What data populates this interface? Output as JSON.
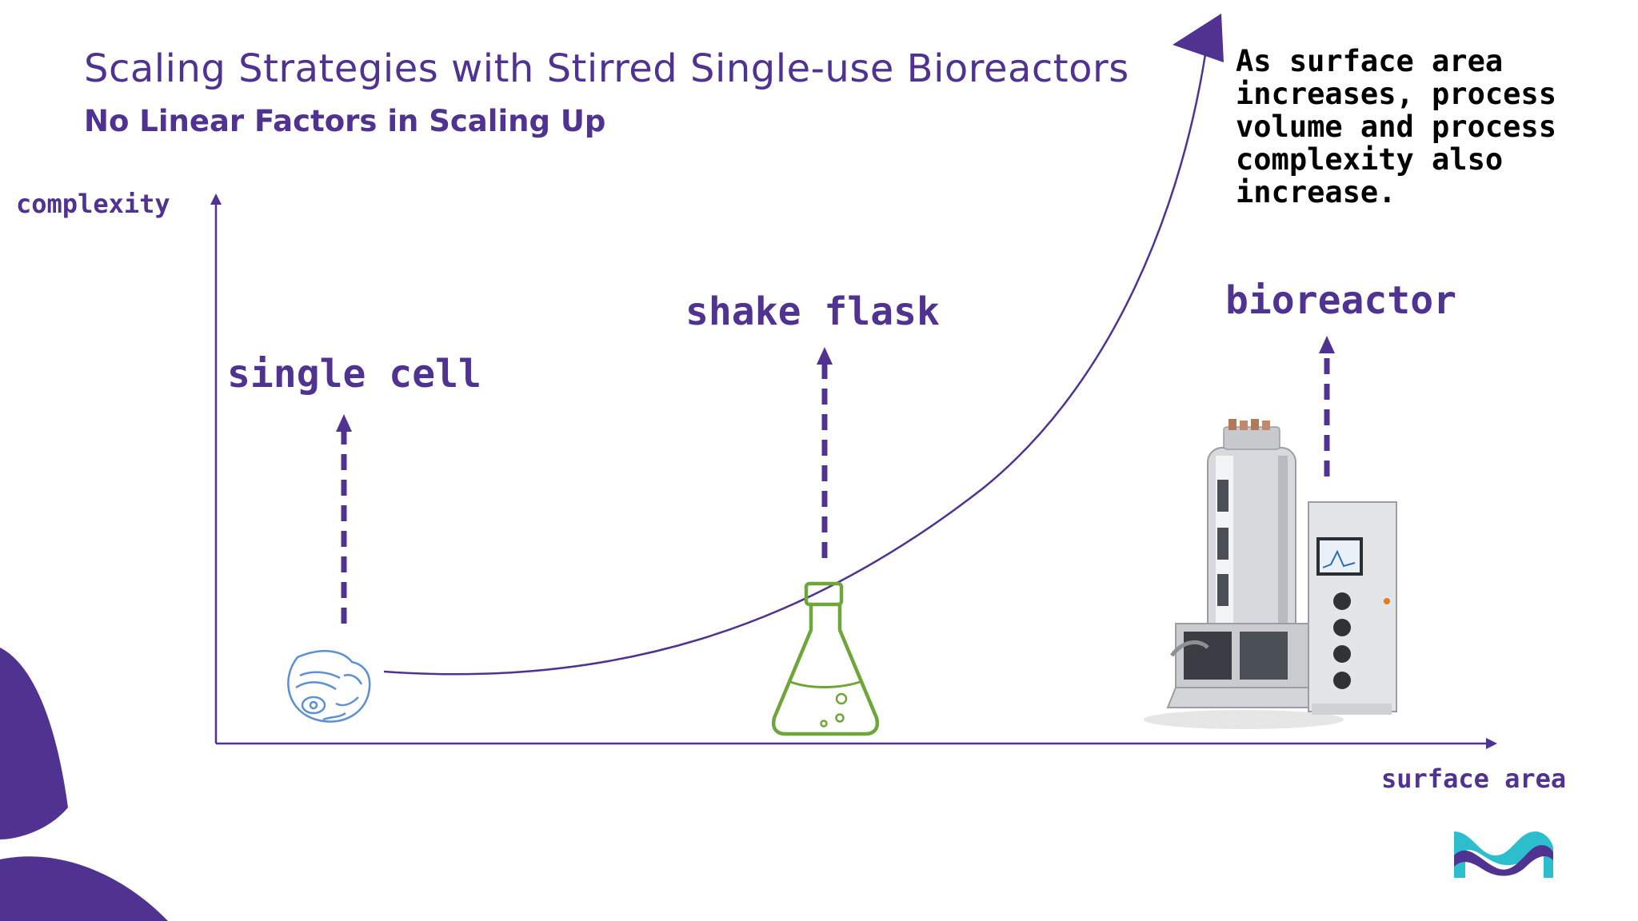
{
  "title": "Scaling Strategies with Stirred Single-use Bioreactors",
  "subtitle": "No Linear Factors in Scaling Up",
  "axes": {
    "y_label": "complexity",
    "x_label": "surface area"
  },
  "stages": {
    "cell": "single cell",
    "flask": "shake flask",
    "bioreactor": "bioreactor"
  },
  "note": "As surface area\nincreases, process\nvolume and process\ncomplexity also\nincrease.",
  "colors": {
    "brand_purple": "#503291",
    "flask_green": "#6fa63a",
    "cell_blue": "#5b8fd6",
    "logo_teal": "#2dbecd"
  },
  "icons": [
    "cell-icon",
    "flask-icon",
    "bioreactor-image",
    "brand-logo"
  ]
}
